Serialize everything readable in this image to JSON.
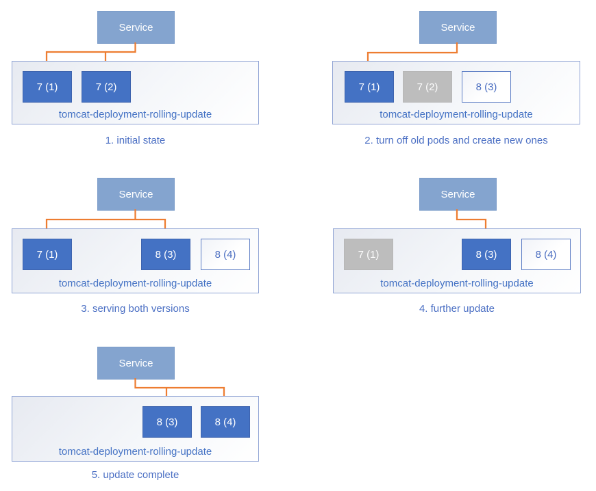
{
  "colors": {
    "service_fill": "#84A4CF",
    "service_border": "#7B9CC9",
    "pod_active_fill": "#4472C4",
    "pod_stopped_fill": "#BDBDBD",
    "pod_pending_border": "#5B7CC4",
    "pod_pending_text": "#4B6EC1",
    "container_border": "#8FA3D4",
    "arrow_orange": "#ED7D31",
    "label_blue": "#4472C4",
    "caption_blue": "#4C70C4"
  },
  "panels": [
    {
      "caption": "1. initial state",
      "service_label": "Service",
      "deployment_label": "tomcat-deployment-rolling-update",
      "service_routes_to": [
        "7 (1)",
        "7 (2)"
      ],
      "pods": [
        {
          "label": "7 (1)",
          "state": "active"
        },
        {
          "label": "7 (2)",
          "state": "active"
        }
      ]
    },
    {
      "caption": "2. turn off old pods and create new ones",
      "service_label": "Service",
      "deployment_label": "tomcat-deployment-rolling-update",
      "service_routes_to": [
        "7 (1)"
      ],
      "pods": [
        {
          "label": "7 (1)",
          "state": "active"
        },
        {
          "label": "7 (2)",
          "state": "stopped"
        },
        {
          "label": "8 (3)",
          "state": "pending"
        }
      ]
    },
    {
      "caption": "3. serving both versions",
      "service_label": "Service",
      "deployment_label": "tomcat-deployment-rolling-update",
      "service_routes_to": [
        "7 (1)",
        "8 (3)"
      ],
      "pods": [
        {
          "label": "7 (1)",
          "state": "active"
        },
        {
          "label": "8 (3)",
          "state": "active"
        },
        {
          "label": "8 (4)",
          "state": "pending"
        }
      ]
    },
    {
      "caption": "4. further update",
      "service_label": "Service",
      "deployment_label": "tomcat-deployment-rolling-update",
      "service_routes_to": [
        "8 (3)"
      ],
      "pods": [
        {
          "label": "7 (1)",
          "state": "stopped"
        },
        {
          "label": "8 (3)",
          "state": "active"
        },
        {
          "label": "8 (4)",
          "state": "pending"
        }
      ]
    },
    {
      "caption": "5. update complete",
      "service_label": "Service",
      "deployment_label": "tomcat-deployment-rolling-update",
      "service_routes_to": [
        "8 (3)",
        "8 (4)"
      ],
      "pods": [
        {
          "label": "8 (3)",
          "state": "active"
        },
        {
          "label": "8 (4)",
          "state": "active"
        }
      ]
    }
  ]
}
